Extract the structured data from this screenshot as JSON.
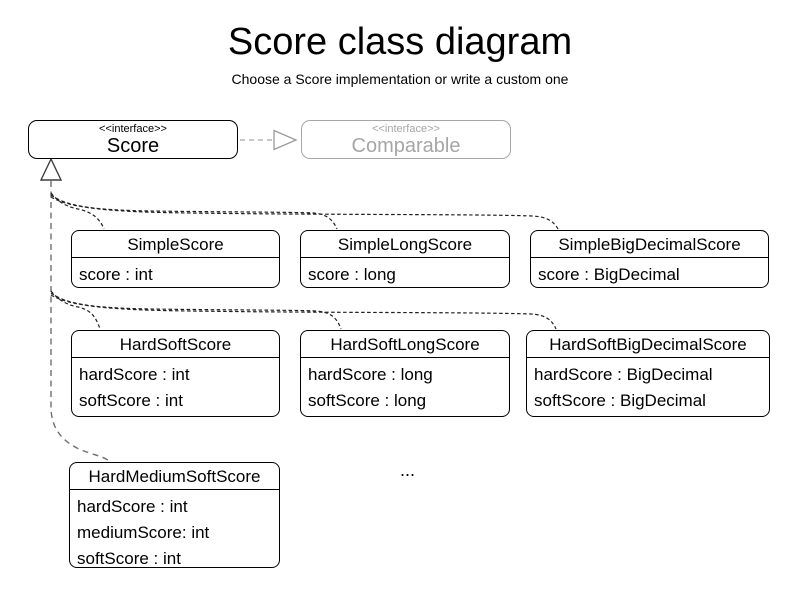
{
  "page": {
    "title": "Score class diagram",
    "subtitle": "Choose a Score implementation or write a custom one",
    "ellipsis": "..."
  },
  "interfaces": {
    "score": {
      "stereotype": "<<interface>>",
      "name": "Score"
    },
    "comparable": {
      "stereotype": "<<interface>>",
      "name": "Comparable"
    }
  },
  "classes": [
    {
      "name": "SimpleScore",
      "attributes": [
        "score : int"
      ]
    },
    {
      "name": "SimpleLongScore",
      "attributes": [
        "score : long"
      ]
    },
    {
      "name": "SimpleBigDecimalScore",
      "attributes": [
        "score : BigDecimal"
      ]
    },
    {
      "name": "HardSoftScore",
      "attributes": [
        "hardScore : int",
        "softScore : int"
      ]
    },
    {
      "name": "HardSoftLongScore",
      "attributes": [
        "hardScore : long",
        "softScore : long"
      ]
    },
    {
      "name": "HardSoftBigDecimalScore",
      "attributes": [
        "hardScore : BigDecimal",
        "softScore : BigDecimal"
      ]
    },
    {
      "name": "HardMediumSoftScore",
      "attributes": [
        "hardScore : int",
        "mediumScore: int",
        "softScore : int"
      ]
    }
  ],
  "relations": {
    "score_extends_comparable": "realization",
    "classes_implement_score": "realization"
  },
  "colors": {
    "text": "#000000",
    "box_border": "#000000",
    "muted_gray": "#a6a6a6",
    "edge_dark": "#1f1f1f",
    "trunk_gray": "#6e6e6e",
    "comparable_edge_gray": "#b5b5b5",
    "background": "#ffffff"
  }
}
